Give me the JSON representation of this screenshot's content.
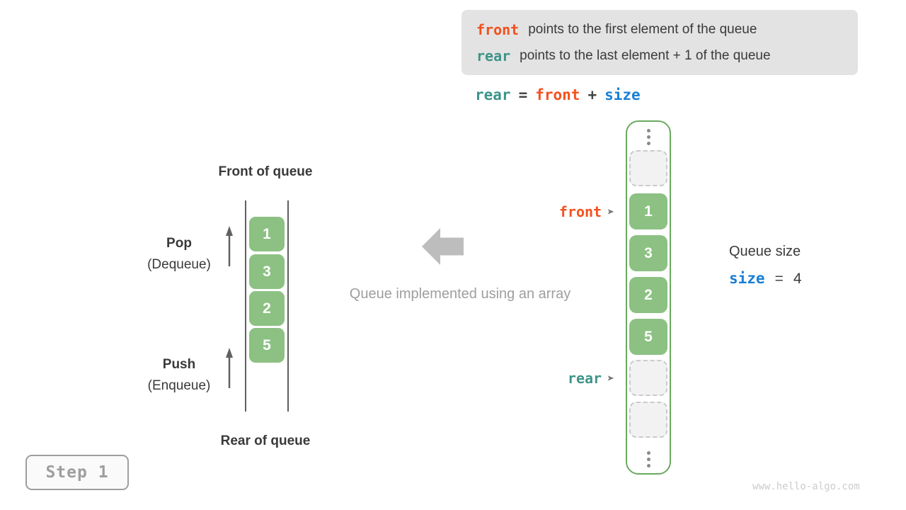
{
  "info_box": {
    "lines": [
      {
        "keyword": "front",
        "text": "points to the first element of the queue"
      },
      {
        "keyword": "rear",
        "text": "points to the last element + 1 of the queue"
      }
    ]
  },
  "formula": {
    "rear": "rear",
    "equals": "=",
    "front": "front",
    "plus": "+",
    "size": "size"
  },
  "left_queue": {
    "front_label": "Front of queue",
    "rear_label": "Rear of queue",
    "pop_title": "Pop",
    "pop_sub": "(Dequeue)",
    "push_title": "Push",
    "push_sub": "(Enqueue)",
    "values": [
      "1",
      "3",
      "2",
      "5"
    ]
  },
  "center": {
    "caption": "Queue implemented using an array"
  },
  "array_view": {
    "cells": [
      {
        "type": "empty",
        "value": ""
      },
      {
        "type": "filled",
        "value": "1"
      },
      {
        "type": "filled",
        "value": "3"
      },
      {
        "type": "filled",
        "value": "2"
      },
      {
        "type": "filled",
        "value": "5"
      },
      {
        "type": "empty",
        "value": ""
      },
      {
        "type": "empty",
        "value": ""
      }
    ],
    "front_pointer": "front",
    "rear_pointer": "rear",
    "pointer_arrow": "➤"
  },
  "queue_size": {
    "label": "Queue size",
    "variable": "size",
    "equals": "=",
    "value": "4"
  },
  "step_badge": {
    "label": "Step 1"
  },
  "watermark": "www.hello-algo.com",
  "colors": {
    "front_orange": "#f4511e",
    "rear_teal": "#3d9488",
    "size_blue": "#1a7fd5",
    "cell_green": "#8cc183",
    "frame_green": "#6aa95f",
    "info_box_bg": "#e3e3e3",
    "muted_gray": "#9e9e9e",
    "dark_text": "#3a3a3a"
  }
}
